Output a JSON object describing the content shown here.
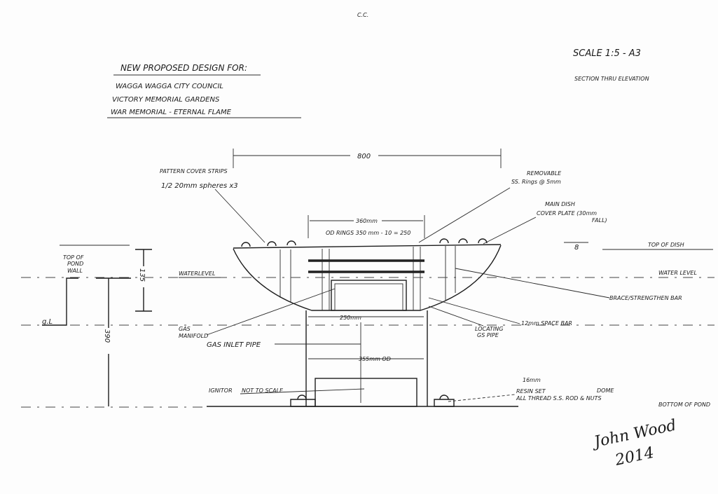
{
  "header": {
    "mark": "C.C.",
    "title_lines": [
      "NEW PROPOSED DESIGN FOR:",
      "WAGGA WAGGA CITY COUNCIL",
      "VICTORY MEMORIAL GARDENS",
      "WAR MEMORIAL - ETERNAL FLAME"
    ],
    "scale": "SCALE 1:5 - A3",
    "view": "SECTION THRU ELEVATION"
  },
  "dimensions": {
    "overall_width": "800",
    "inner_width": "360mm",
    "od_rings": "OD RINGS 350 mm - 10 = 250",
    "manifold_width": "250mm",
    "pedestal_od": "355mm OD",
    "dish_height": "135",
    "total_height": "390",
    "fall_marker": "8"
  },
  "labels": {
    "pattern_strips": "PATTERN COVER STRIPS",
    "spheres": "1/2 20mm spheres x3",
    "removable_1": "REMOVABLE",
    "removable_2": "SS. Rings @ 5mm",
    "main_dish_1": "MAIN DISH",
    "main_dish_2": "COVER PLATE (30mm",
    "main_dish_3": "FALL)",
    "top_of_dish": "TOP OF DISH",
    "water_level_right": "WATER LEVEL",
    "water_level_left": "WATERLEVEL",
    "brace": "BRACE/STRENGTHEN BAR",
    "space_bar": "12mm SPACE BAR",
    "locating_1": "LOCATING",
    "locating_2": "GS PIPE",
    "top_pond_wall_1": "TOP OF",
    "top_pond_wall_2": "POND",
    "top_pond_wall_3": "WALL",
    "ground_level": "g.L",
    "gas_manifold_1": "GAS",
    "gas_manifold_2": "MANIFOLD",
    "gas_inlet": "GAS INLET PIPE",
    "ignitor": "IGNITOR",
    "not_to_scale": "NOT TO SCALE",
    "rod_1": "16mm",
    "rod_2": "RESIN SET",
    "rod_3": "ALL THREAD S.S. ROD & NUTS",
    "dome": "DOME",
    "bottom_of_pond": "BOTTOM OF POND"
  },
  "signature": {
    "name": "John Wood",
    "year": "2014"
  }
}
